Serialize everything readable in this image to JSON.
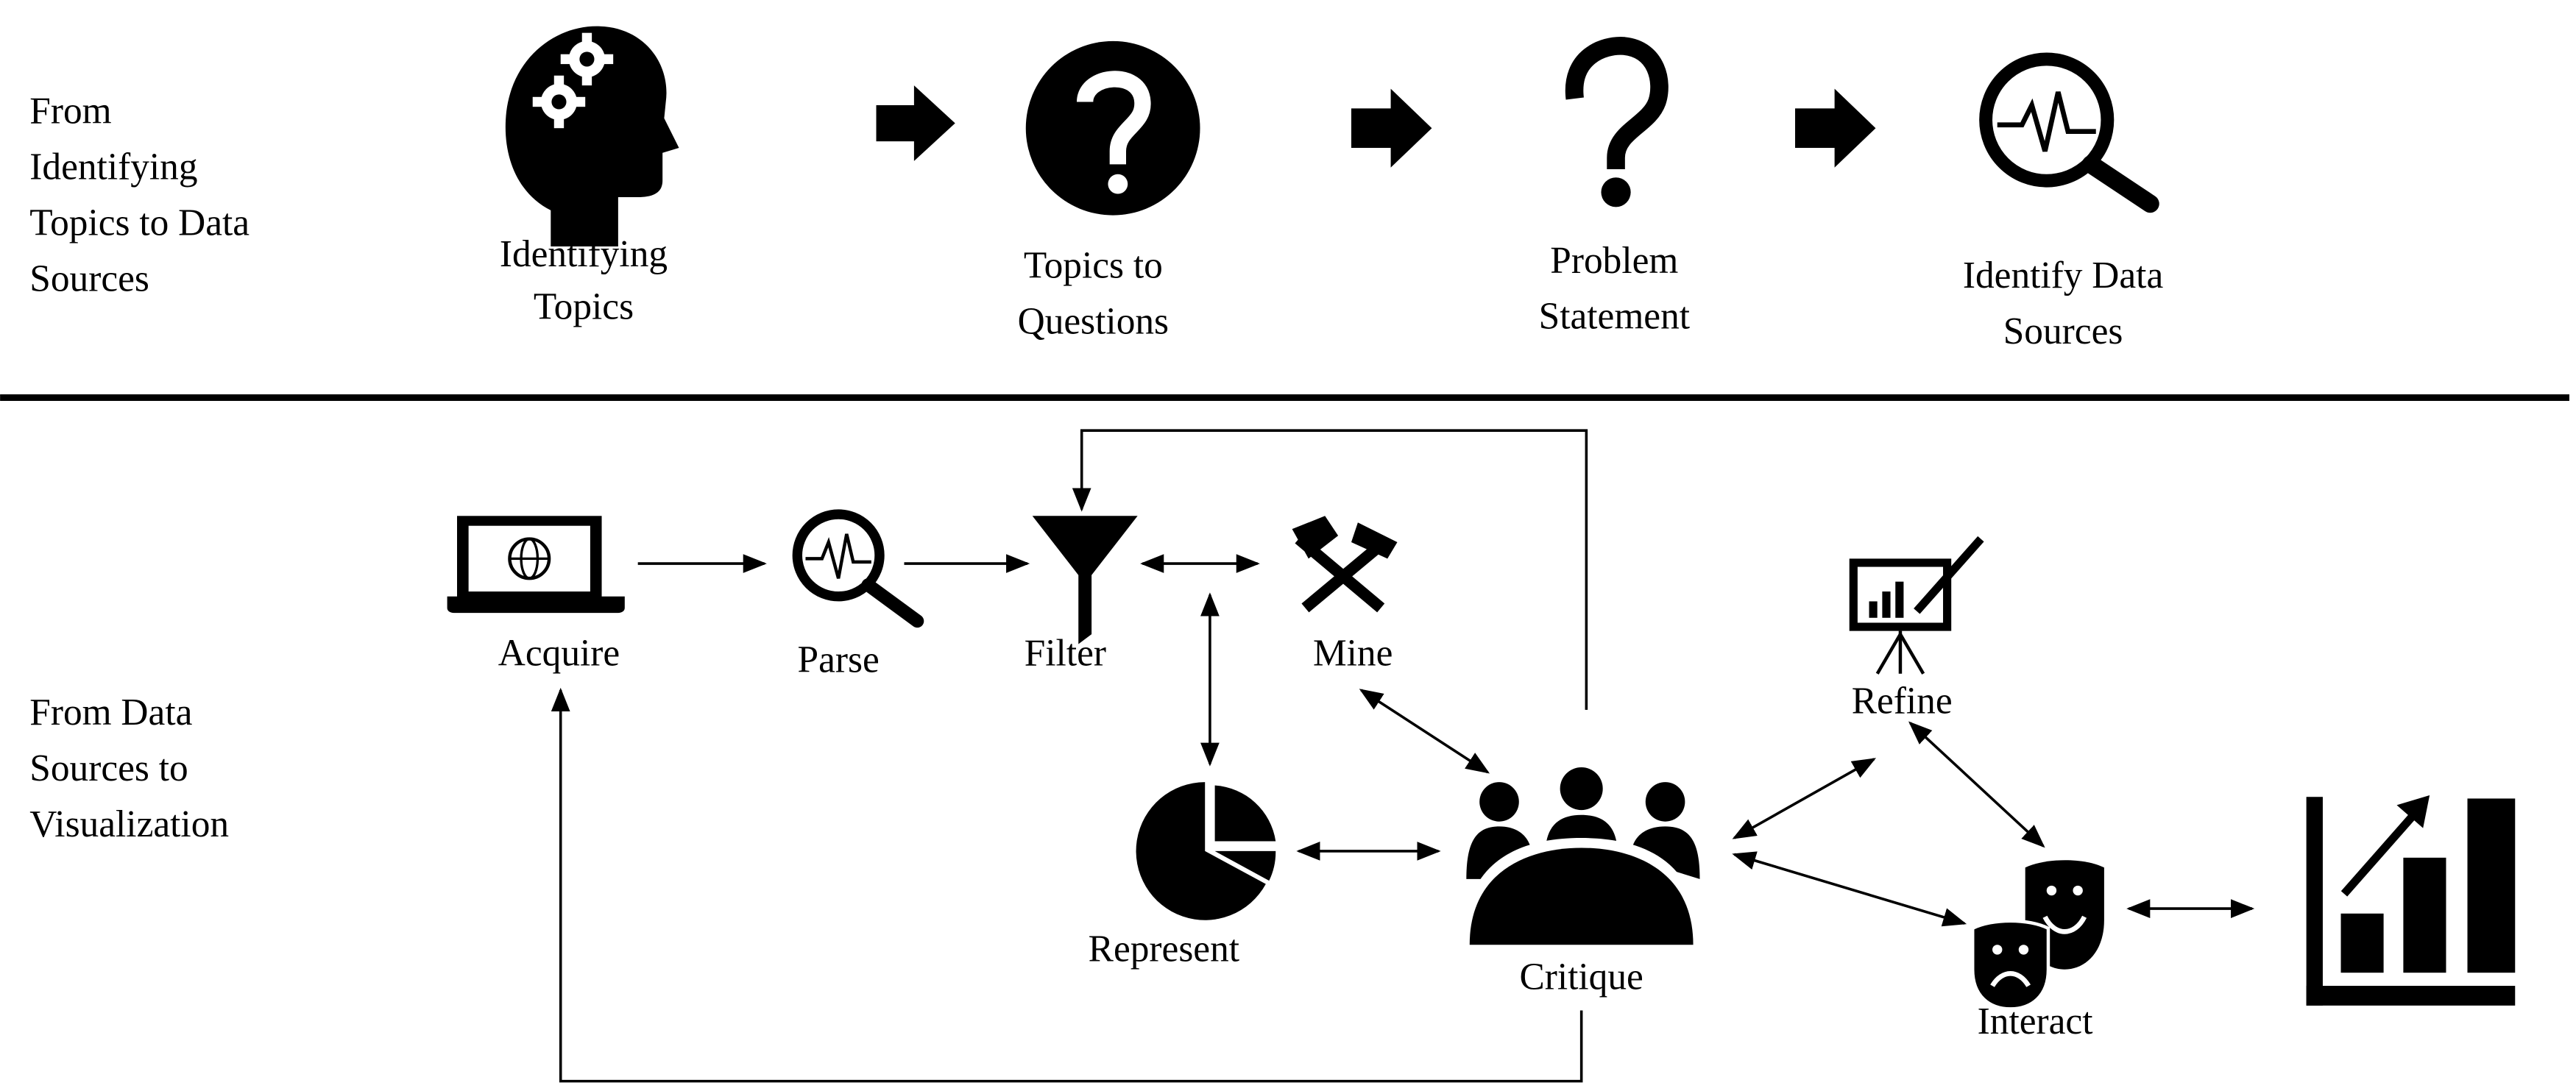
{
  "top_section": {
    "title_lines": [
      "From",
      "Identifying",
      "Topics to Data",
      "Sources"
    ],
    "steps": [
      {
        "icon": "head-gears-icon",
        "label_lines": [
          "Identifying",
          "Topics"
        ]
      },
      {
        "icon": "question-circle-icon",
        "label_lines": [
          "Topics to",
          "Questions"
        ]
      },
      {
        "icon": "question-mark-icon",
        "label_lines": [
          "Problem",
          "Statement"
        ]
      },
      {
        "icon": "magnifier-pulse-icon",
        "label_lines": [
          "Identify Data",
          "Sources"
        ]
      }
    ]
  },
  "bottom_section": {
    "title_lines": [
      "From Data",
      "Sources to",
      "Visualization"
    ],
    "nodes": {
      "acquire": {
        "icon": "laptop-globe-icon",
        "label": "Acquire"
      },
      "parse": {
        "icon": "magnifier-pulse-icon",
        "label": "Parse"
      },
      "filter": {
        "icon": "funnel-icon",
        "label": "Filter"
      },
      "mine": {
        "icon": "hammers-icon",
        "label": "Mine"
      },
      "represent": {
        "icon": "pie-chart-icon",
        "label": "Represent"
      },
      "critique": {
        "icon": "audience-icon",
        "label": "Critique"
      },
      "refine": {
        "icon": "presentation-board-icon",
        "label": "Refine"
      },
      "interact": {
        "icon": "theater-masks-icon",
        "label": "Interact"
      },
      "visualization": {
        "icon": "bar-chart-growth-icon"
      }
    }
  }
}
